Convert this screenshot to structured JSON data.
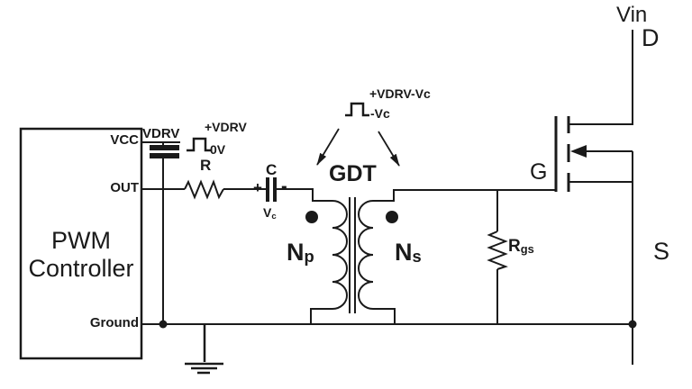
{
  "diagram_type": "gate-drive-transformer circuit schematic",
  "pwm": {
    "title_line1": "PWM",
    "title_line2": "Controller",
    "pin_vcc": "VCC",
    "pin_out": "OUT",
    "pin_ground": "Ground"
  },
  "nets": {
    "vdrv": "VDRV"
  },
  "components": {
    "r": "R",
    "c": "C",
    "c_plus": "+",
    "c_minus": "-",
    "vc": {
      "main": "V",
      "sub": "c"
    },
    "gdt": "GDT",
    "np": {
      "main": "N",
      "sub": "p"
    },
    "ns": {
      "main": "N",
      "sub": "s"
    },
    "rgs": {
      "main": "R",
      "sub": "gs"
    }
  },
  "mosfet": {
    "gate": "G",
    "drain": "D",
    "source": "S",
    "vin": "Vin"
  },
  "waveforms": {
    "primary_high": "+VDRV",
    "primary_low": "0V",
    "secondary_high": "+VDRV-Vc",
    "secondary_low": "-Vc"
  },
  "colors": {
    "ink": "#1a1a1a",
    "background": "#ffffff"
  }
}
